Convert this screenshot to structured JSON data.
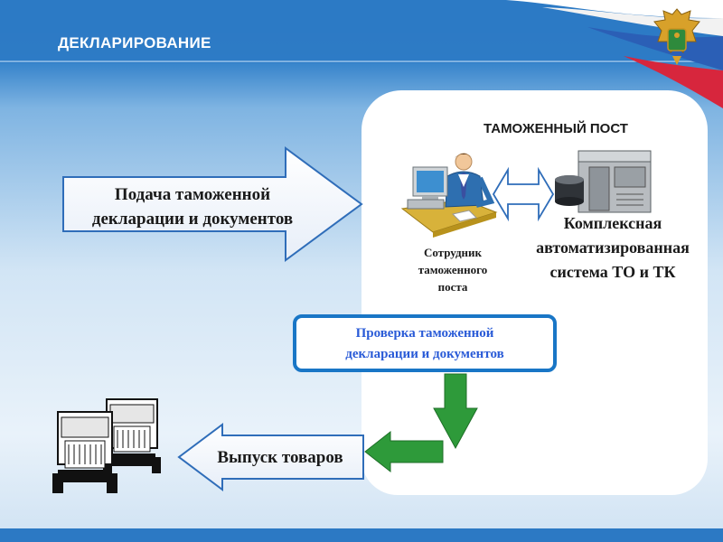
{
  "header": {
    "title": "ДЕКЛАРИРОВАНИЕ"
  },
  "emblem": {
    "icon": "customs-eagle-emblem-icon"
  },
  "diagram": {
    "post_title": "ТАМОЖЕННЫЙ ПОСТ",
    "submission_arrow": {
      "line1": "Подача таможенной",
      "line2": "декларации и документов"
    },
    "employee": {
      "line1": "Сотрудник",
      "line2": "таможенного",
      "line3": "поста",
      "icon": "employee-at-computer-icon"
    },
    "system": {
      "line1": "Комплексная",
      "line2": "автоматизированная",
      "line3": "система ТО и ТК",
      "icon": "server-icon"
    },
    "check_box": {
      "line1": "Проверка таможенной",
      "line2": "декларации и документов"
    },
    "release_arrow": {
      "label": "Выпуск товаров"
    },
    "trucks": {
      "icon": "trucks-icon"
    }
  },
  "colors": {
    "panel_blue": "#2d78c6",
    "arrow_green": "#2e9a3a",
    "check_border": "#1976c6",
    "check_text": "#2a5bd7"
  }
}
